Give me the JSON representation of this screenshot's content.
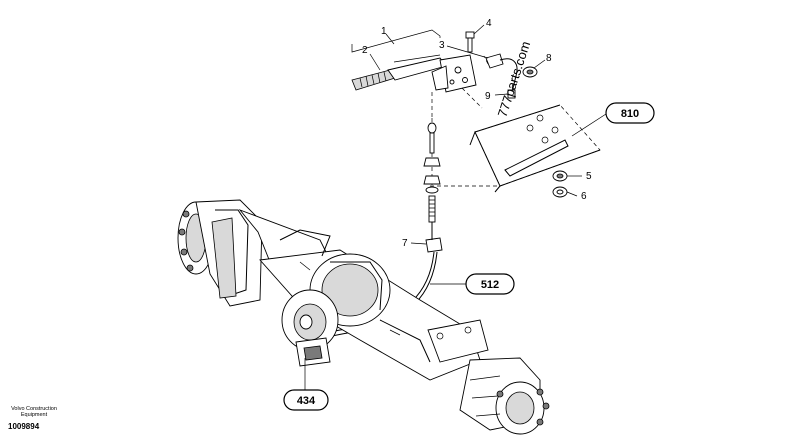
{
  "callouts": {
    "c1": "1",
    "c2": "2",
    "c3": "3",
    "c4": "4",
    "c5": "5",
    "c6": "6",
    "c7": "7",
    "c8": "8",
    "c9": "9"
  },
  "boxes": {
    "b810": "810",
    "b512": "512",
    "b434": "434"
  },
  "watermark": "777parts.com",
  "footer": {
    "brand_line1": "Volvo Construction",
    "brand_line2": "Equipment",
    "doc_number": "1009894"
  }
}
